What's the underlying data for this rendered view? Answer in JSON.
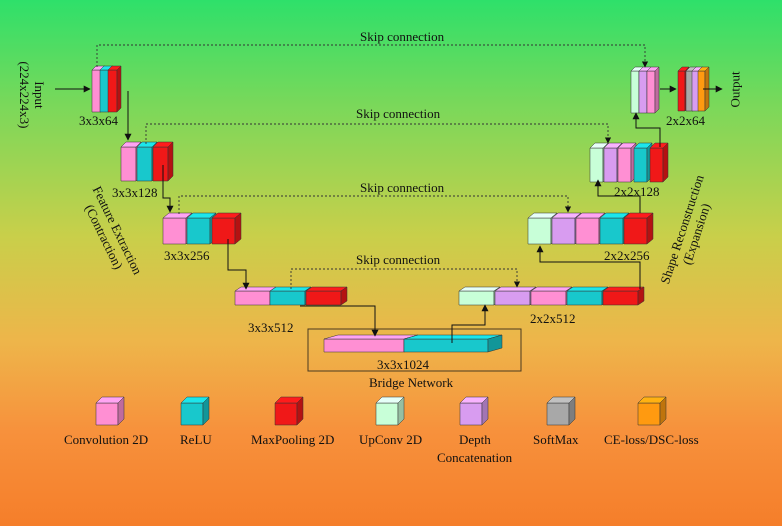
{
  "colors": {
    "conv": "#ff8fd3",
    "relu": "#18c8cc",
    "maxpool": "#f01818",
    "upconv": "#c8ffd8",
    "concat": "#d89cf0",
    "softmax": "#a8a8a8",
    "loss": "#ff9a10",
    "background_top": "#2ee06a",
    "background_bottom": "#f57e2a"
  },
  "labels": {
    "skip1": "Skip connection",
    "skip2": "Skip connection",
    "skip3": "Skip connection",
    "skip4": "Skip connection",
    "input": "Input",
    "input_size": "(224x224x3)",
    "output": "Output",
    "enc1": "3x3x64",
    "enc2": "3x3x128",
    "enc3": "3x3x256",
    "enc4": "3x3x512",
    "bridge_size": "3x3x1024",
    "bridge": "Bridge Network",
    "dec1": "2x2x64",
    "dec2": "2x2x128",
    "dec3": "2x2x256",
    "dec4": "2x2x512",
    "feature_line1": "Feature Extraction",
    "feature_line2": "(Contraction)",
    "shape_line1": "Shape Reconstruction",
    "shape_line2": "(Expansion)"
  },
  "legend": [
    {
      "key": "conv",
      "label": "Convolution 2D",
      "label2": ""
    },
    {
      "key": "relu",
      "label": "ReLU",
      "label2": ""
    },
    {
      "key": "maxpool",
      "label": "MaxPooling 2D",
      "label2": ""
    },
    {
      "key": "upconv",
      "label": "UpConv 2D",
      "label2": ""
    },
    {
      "key": "concat",
      "label": "Depth",
      "label2": "Concatenation"
    },
    {
      "key": "softmax",
      "label": "SoftMax",
      "label2": ""
    },
    {
      "key": "loss",
      "label": "CE-loss/DSC-loss",
      "label2": ""
    }
  ]
}
